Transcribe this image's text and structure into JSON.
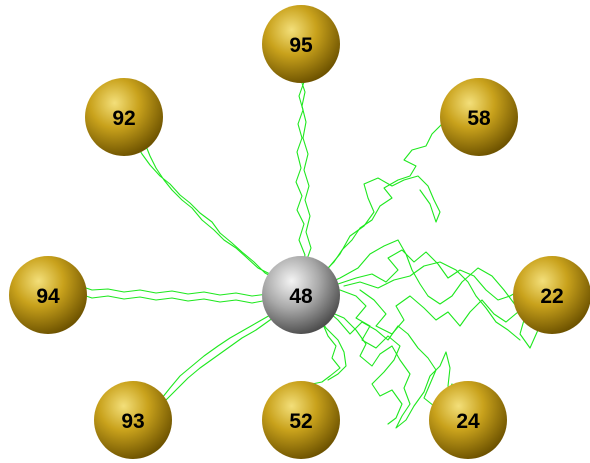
{
  "colors": {
    "background": "#ffffff",
    "path": "#1ee81e",
    "gold_light": "#f3df7a",
    "gold_mid": "#c9a21c",
    "gold_dark": "#6e5300",
    "silver_light": "#f4f4f4",
    "silver_mid": "#a9a9a9",
    "silver_dark": "#4d4d4d"
  },
  "center": {
    "label": "48",
    "kind": "silver"
  },
  "nodes": [
    {
      "label": "95",
      "kind": "gold"
    },
    {
      "label": "92",
      "kind": "gold"
    },
    {
      "label": "58",
      "kind": "gold"
    },
    {
      "label": "94",
      "kind": "gold"
    },
    {
      "label": "22",
      "kind": "gold"
    },
    {
      "label": "93",
      "kind": "gold"
    },
    {
      "label": "52",
      "kind": "gold"
    },
    {
      "label": "24",
      "kind": "gold"
    }
  ]
}
